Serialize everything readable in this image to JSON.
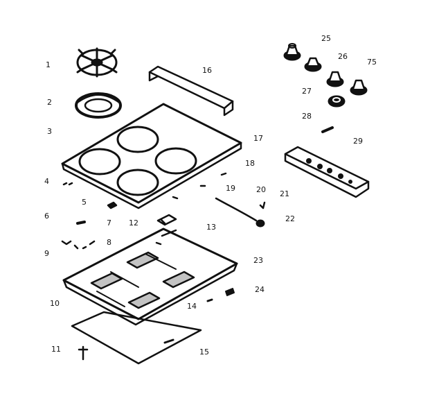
{
  "diagram": {
    "callouts": [
      "1",
      "2",
      "3",
      "4",
      "5",
      "6",
      "7",
      "8",
      "9",
      "10",
      "11",
      "12",
      "13",
      "14",
      "15",
      "16",
      "17",
      "18",
      "19",
      "20",
      "21",
      "22",
      "23",
      "24",
      "25",
      "26",
      "27",
      "28",
      "29",
      "75"
    ]
  }
}
